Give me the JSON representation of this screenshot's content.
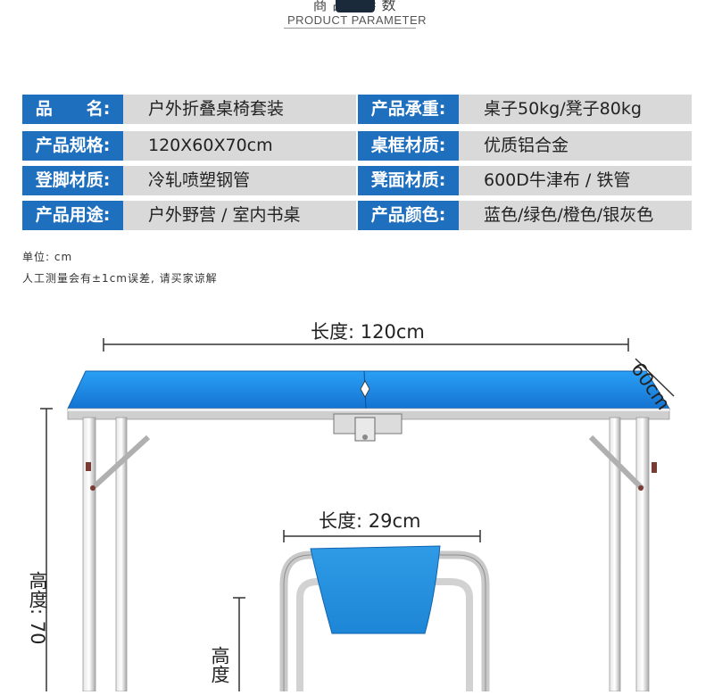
{
  "header": {
    "title_cn": "商品 参数",
    "title_en": "PRODUCT PARAMETER"
  },
  "params": [
    {
      "label": "品　　名:",
      "value": "户外折叠桌椅套装",
      "label2": "产品承重:",
      "value2": "桌子50kg/凳子80kg"
    },
    {
      "label": "产品规格:",
      "value": "120X60X70cm",
      "label2": "桌框材质:",
      "value2": "优质铝合金"
    },
    {
      "label": "登脚材质:",
      "value": "冷轧喷塑钢管",
      "label2": "凳面材质:",
      "value2": "600D牛津布 / 铁管"
    },
    {
      "label": "产品用途:",
      "value": "户外野营 / 室内书桌",
      "label2": "产品颜色:",
      "value2": "蓝色/绿色/橙色/银灰色"
    }
  ],
  "notes": {
    "unit": "单位: cm",
    "tolerance": "人工测量会有±1cm误差, 请买家谅解"
  },
  "dimensions": {
    "table_length": "长度: 120cm",
    "table_width": "60cm",
    "table_height": "高度: 70",
    "stool_length": "长度: 29cm",
    "stool_height": "高度"
  },
  "colors": {
    "label_bg": "#1f6fbf",
    "value_bg": "#d9d9d9",
    "tabletop": "#1e8ee8",
    "frame": "#c8c8c8"
  }
}
